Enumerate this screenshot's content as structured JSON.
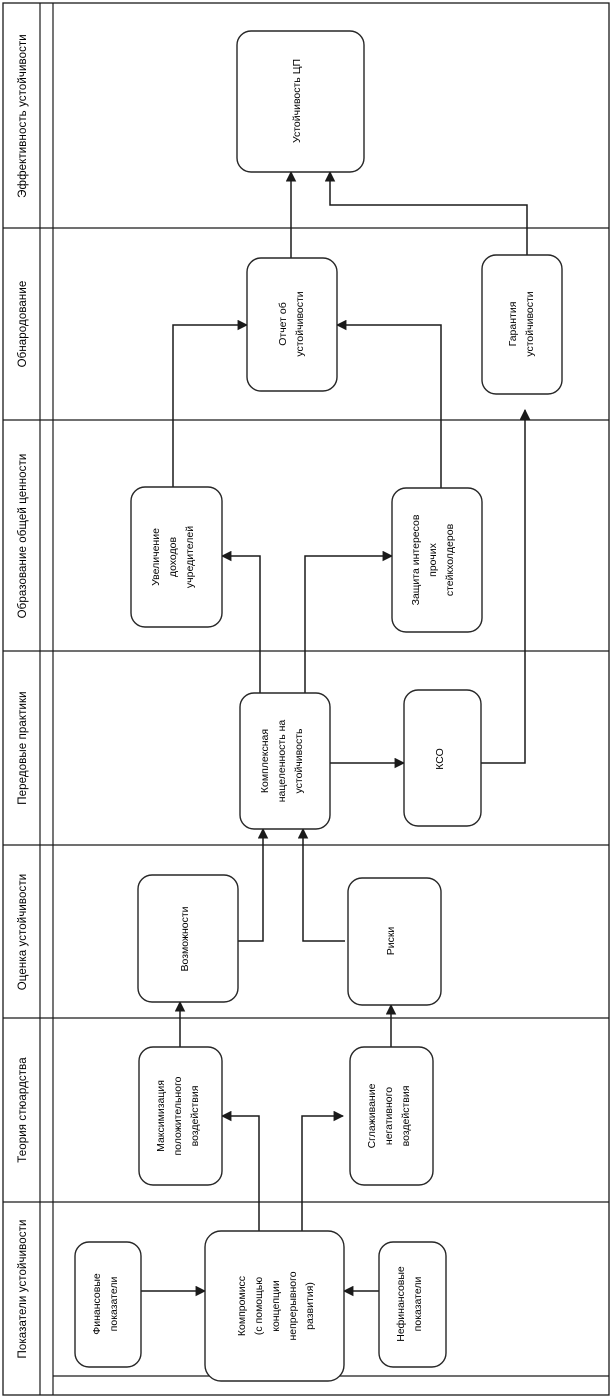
{
  "diagram": {
    "title": "Устойчивость ЦП",
    "orientation": "rotated-90",
    "lanes": [
      {
        "id": "effectiveness",
        "label": "Эффективность устойчивости"
      },
      {
        "id": "disclosure",
        "label": "Обнародование"
      },
      {
        "id": "shared_value",
        "label": "Образование общей ценности"
      },
      {
        "id": "best_practice",
        "label": "Передовые практики"
      },
      {
        "id": "assessment",
        "label": "Оценка устойчивости"
      },
      {
        "id": "stewardship",
        "label": "Теория стюардства"
      },
      {
        "id": "indicators",
        "label": "Показатели устойчивости"
      }
    ],
    "nodes": [
      {
        "id": "sustainability_cp",
        "lane": "effectiveness",
        "label": "Устойчивость ЦП"
      },
      {
        "id": "report",
        "lane": "disclosure",
        "label": "Отчет об устойчивости"
      },
      {
        "id": "assurance",
        "lane": "disclosure",
        "label": "Гарантия устойчивости"
      },
      {
        "id": "founder_income",
        "lane": "shared_value",
        "label": "Увеличение доходов учредителей"
      },
      {
        "id": "stakeholder_protection",
        "lane": "shared_value",
        "label": "Защита интересов прочих стейкхолдеров"
      },
      {
        "id": "complex_focus",
        "lane": "best_practice",
        "label": "Комплексная нацеленность на устойчивость"
      },
      {
        "id": "kso",
        "lane": "best_practice",
        "label": "КСО"
      },
      {
        "id": "opportunities",
        "lane": "assessment",
        "label": "Возможности"
      },
      {
        "id": "risks",
        "lane": "assessment",
        "label": "Риски"
      },
      {
        "id": "max_positive",
        "lane": "stewardship",
        "label": "Максимизация положительного воздействия"
      },
      {
        "id": "smooth_negative",
        "lane": "stewardship",
        "label": "Сглаживание негативного воздействия"
      },
      {
        "id": "financial",
        "lane": "indicators",
        "label": "Финансовые показатели"
      },
      {
        "id": "compromise",
        "lane": "indicators",
        "label": "Компромисс (с помощью концепции непрерывного развития)"
      },
      {
        "id": "nonfinancial",
        "lane": "indicators",
        "label": "Нефинансовые показатели"
      }
    ],
    "edges": [
      {
        "from": "report",
        "to": "sustainability_cp"
      },
      {
        "from": "assurance",
        "to": "sustainability_cp"
      },
      {
        "from": "founder_income",
        "to": "report"
      },
      {
        "from": "stakeholder_protection",
        "to": "report"
      },
      {
        "from": "kso",
        "to": "assurance"
      },
      {
        "from": "complex_focus",
        "to": "founder_income"
      },
      {
        "from": "complex_focus",
        "to": "stakeholder_protection"
      },
      {
        "from": "complex_focus",
        "to": "kso"
      },
      {
        "from": "opportunities",
        "to": "complex_focus"
      },
      {
        "from": "risks",
        "to": "complex_focus"
      },
      {
        "from": "max_positive",
        "to": "opportunities"
      },
      {
        "from": "smooth_negative",
        "to": "risks"
      },
      {
        "from": "compromise",
        "to": "max_positive"
      },
      {
        "from": "compromise",
        "to": "smooth_negative"
      },
      {
        "from": "financial",
        "to": "compromise"
      },
      {
        "from": "nonfinancial",
        "to": "compromise"
      }
    ],
    "colors": {
      "stroke": "#1a1a1a",
      "node_fill": "#ffffff",
      "background": "#ffffff"
    }
  }
}
